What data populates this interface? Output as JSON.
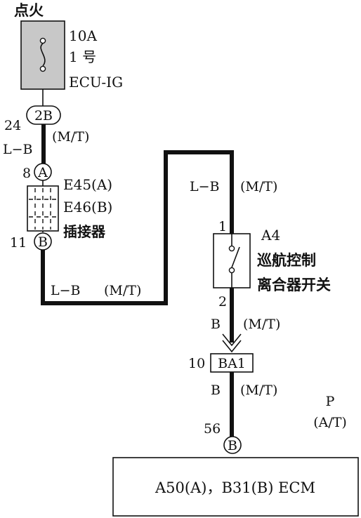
{
  "power": {
    "title": "点火"
  },
  "fuse": {
    "rating": "10A",
    "number": "1 号",
    "name": "ECU-IG"
  },
  "connector_2b": {
    "pin": "24",
    "id": "2B",
    "variant": "(M/T)",
    "wire": "L−B"
  },
  "connector_a": {
    "pin": "8",
    "id": "A"
  },
  "connector_b": {
    "pin": "11",
    "id": "B"
  },
  "junction": {
    "line1": "E45(A)",
    "line2": "E46(B)",
    "line3": "插接器"
  },
  "wire_bottom": {
    "color": "L−B",
    "variant": "(M/T)"
  },
  "wire_right_top": {
    "color": "L−B",
    "variant": "(M/T)"
  },
  "switch": {
    "code": "A4",
    "name_line1": "巡航控制",
    "name_line2": "离合器开关",
    "pin_top": "1",
    "pin_bottom": "2"
  },
  "wire_below_switch": {
    "color": "B",
    "variant": "(M/T)"
  },
  "connector_ba1": {
    "pin": "10",
    "id": "BA1"
  },
  "wire_below_ba1": {
    "color": "B",
    "variant": "(M/T)"
  },
  "ecm_terminal": {
    "pin": "56",
    "id": "B"
  },
  "note_at": {
    "line1": "P",
    "line2": "(A/T)"
  },
  "ecm": {
    "label": "A50(A)，B31(B) ECM"
  }
}
